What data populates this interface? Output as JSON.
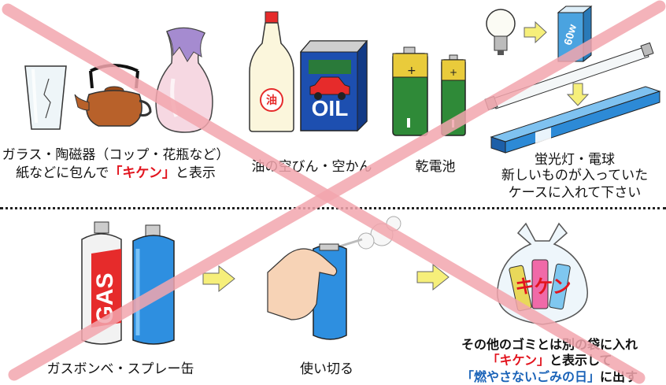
{
  "top": {
    "glass": {
      "line1": "ガラス・陶磁器（コップ・花瓶など）",
      "line2_pre": "紙などに包んで",
      "line2_highlight": "「キケン」",
      "line2_post": "と表示"
    },
    "oil": {
      "caption": "油の空びん・空かん",
      "bottle_label": "油",
      "can_label": "OIL"
    },
    "battery": {
      "caption": "乾電池"
    },
    "lamp": {
      "line1": "蛍光灯・電球",
      "line2": "新しいものが入っていた",
      "line3": "ケースに入れて下さい",
      "box_label": "60w"
    }
  },
  "bottom": {
    "gas": {
      "caption": "ガスボンベ・スプレー缶",
      "can_label": "GAS"
    },
    "spray": {
      "caption": "使い切る"
    },
    "bag": {
      "bag_label": "キケン",
      "line1": "その他のゴミとは別の袋に入れ",
      "line2_highlight": "「キケン」",
      "line2_post": "と表示して",
      "line3_highlight": "「燃やさないごみの日」",
      "line3_post": "に出す"
    }
  },
  "colors": {
    "cross": "#f3a6ae",
    "arrow": "#f6ef7a",
    "highlight_red": "#e2141e",
    "highlight_blue": "#1a63b8"
  }
}
